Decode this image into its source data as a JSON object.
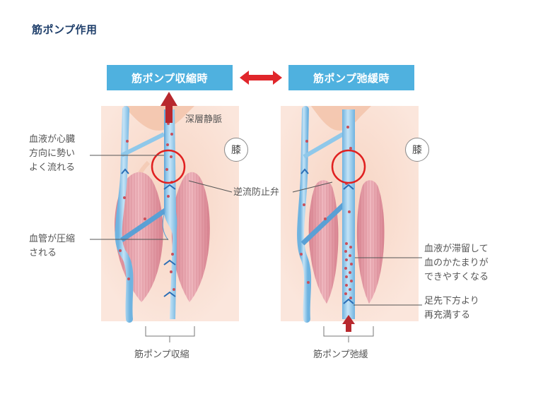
{
  "title": "筋ポンプ作用",
  "states": {
    "contracted": "筋ポンプ収縮時",
    "relaxed": "筋ポンプ弛緩時"
  },
  "labels": {
    "deep_vein": "深層静脈",
    "knee": "膝",
    "valve": "逆流防止弁",
    "blood_flow_line1": "血液が心臓",
    "blood_flow_line2": "方向に勢い",
    "blood_flow_line3": "よく流れる",
    "compressed_line1": "血管が圧縮",
    "compressed_line2": "される",
    "stagnant_line1": "血液が滞留して",
    "stagnant_line2": "血のかたまりが",
    "stagnant_line3": "できやすくなる",
    "refill_line1": "足先下方より",
    "refill_line2": "再充満する",
    "caption_contracted": "筋ポンプ収縮",
    "caption_relaxed": "筋ポンプ弛緩"
  },
  "colors": {
    "header_blue": "#4fb1df",
    "vein_blue": "#8fc8ea",
    "muscle_pink": "#e49ca6",
    "arrow_red": "#b8282d",
    "valve_circle": "#e02020"
  }
}
